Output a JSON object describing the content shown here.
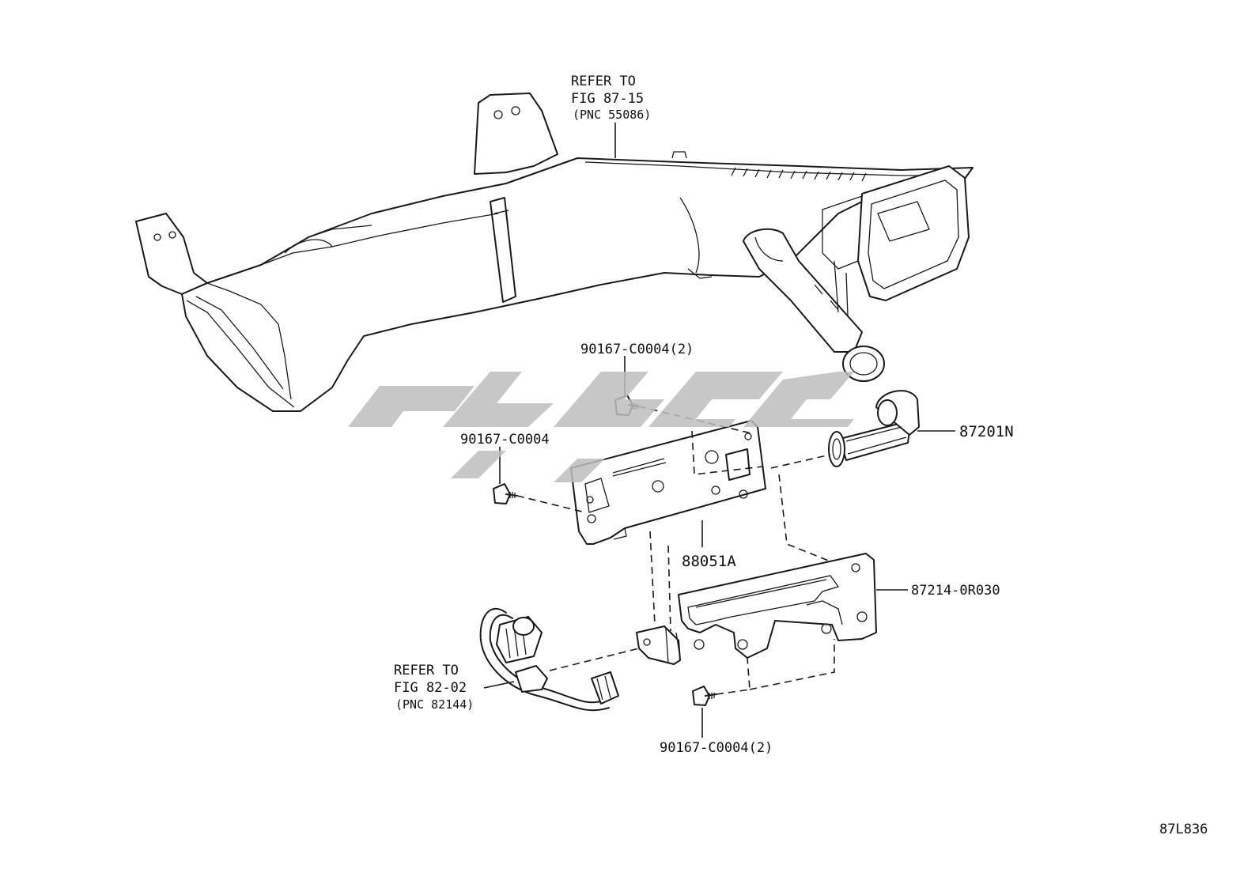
{
  "labels": {
    "refer_duct": {
      "line1": "REFER TO",
      "line2": "FIG 87-15",
      "line3": "(PNC 55086)"
    },
    "refer_harness": {
      "line1": "REFER TO",
      "line2": "FIG 82-02",
      "line3": "(PNC 82144)"
    },
    "bolt_top": "90167-C0004(2)",
    "bolt_left": "90167-C0004",
    "bolt_bottom": "90167-C0004(2)",
    "sensor": "87201N",
    "plate": "88051A",
    "bracket": "87214-0R030",
    "figure_code": "87L836"
  },
  "colors": {
    "line": "#1a1a1a",
    "watermark": "#bdbdbd",
    "background": "#ffffff"
  }
}
